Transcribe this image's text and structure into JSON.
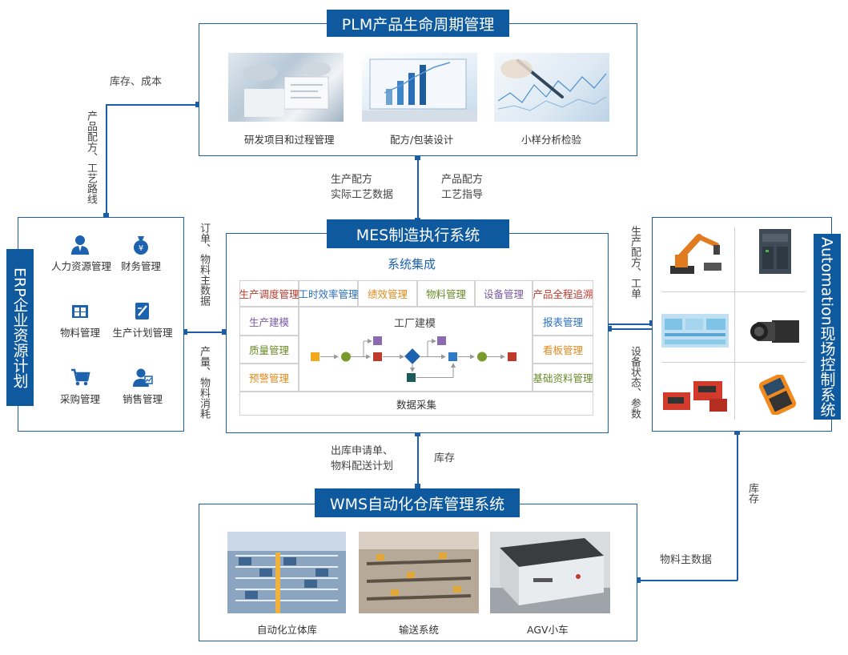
{
  "colors": {
    "primary": "#0f5a9e",
    "line": "#1b5da6",
    "red": "#c0392b",
    "blue": "#2c6fbf",
    "orange": "#e08a1e",
    "green": "#6a8a2a",
    "purple": "#7a5aa6"
  },
  "plm": {
    "title": "PLM产品生命周期管理",
    "items": [
      "研发项目和过程管理",
      "配方/包装设计",
      "小样分析检验"
    ]
  },
  "mes": {
    "title": "MES制造执行系统",
    "integration": "系统集成",
    "top_cells": [
      "生产调度管理",
      "工时效率管理",
      "绩效管理",
      "物料管理",
      "设备管理",
      "产品全程追溯"
    ],
    "left_cells": [
      "生产建模",
      "质量管理",
      "预警管理"
    ],
    "right_cells": [
      "报表管理",
      "看板管理",
      "基础资料管理"
    ],
    "center_title": "工厂建模",
    "data_collect": "数据采集"
  },
  "erp": {
    "title": "ERP企业资源计划",
    "items": [
      "人力资源管理",
      "财务管理",
      "物料管理",
      "生产计划管理",
      "采购管理",
      "销售管理"
    ],
    "icons": [
      "person-icon",
      "money-bag-icon",
      "boxes-icon",
      "pencil-doc-icon",
      "cart-icon",
      "user-chart-icon"
    ]
  },
  "automation": {
    "title": "Automation现场控制系统"
  },
  "wms": {
    "title": "WMS自动化仓库管理系统",
    "items": [
      "自动化立体库",
      "输送系统",
      "AGV小车"
    ]
  },
  "flows": {
    "erp_plm_top": "库存、成本",
    "erp_plm_side": "产品配方、工艺路线",
    "plm_mes_left": [
      "生产配方",
      "实际工艺数据"
    ],
    "plm_mes_right": [
      "产品配方",
      "工艺指导"
    ],
    "erp_mes_top": "订单、物料主数据",
    "erp_mes_bottom": "产量、物料消耗",
    "mes_auto_top": "生产配方、工单",
    "mes_auto_bottom": "设备状态、参数",
    "mes_wms_left": [
      "出库申请单、",
      "物料配送计划"
    ],
    "mes_wms_right": "库存",
    "auto_wms_side": "库存",
    "auto_wms_bottom": "物料主数据"
  }
}
